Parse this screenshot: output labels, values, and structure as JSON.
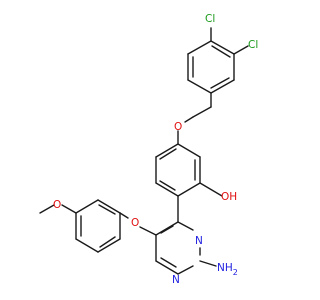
{
  "molecule": {
    "atoms": {
      "cl1": "Cl",
      "cl2": "Cl",
      "o_ether_top": "O",
      "oh": "OH",
      "o_ether_bottom": "O",
      "o_methoxy": "O",
      "n_ring1": "N",
      "n_ring2": "N",
      "nh2": "NH",
      "nh2_sub": "2"
    },
    "colors": {
      "bond": "#1a1a1a",
      "chlorine": "#1a9a1a",
      "oxygen": "#e01010",
      "nitrogen": "#2020e0",
      "background": "#ffffff"
    }
  }
}
